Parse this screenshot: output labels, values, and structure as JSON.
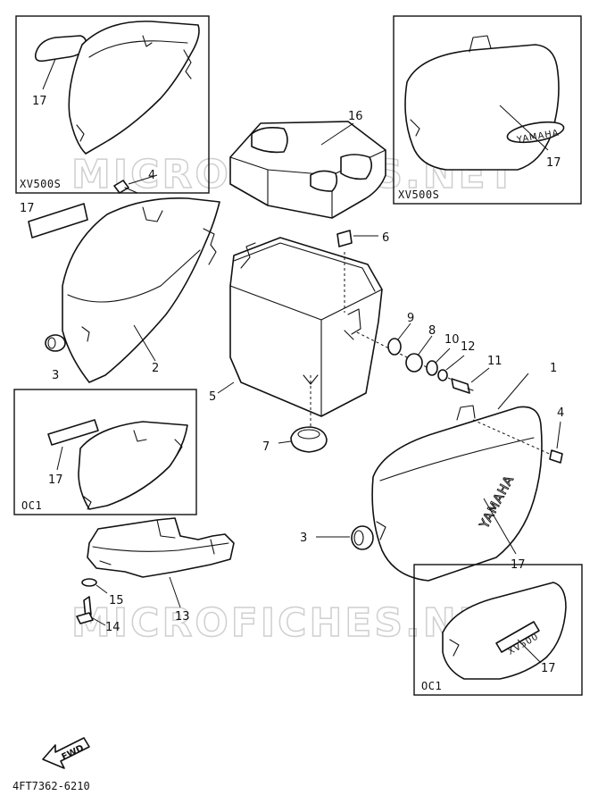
{
  "watermark": "MICROFICHES.NET",
  "figure_code": "4FT7362-6210",
  "fwd_label": "FWD",
  "variant_labels": {
    "top_left": "XV500S",
    "top_right": "XV500S",
    "mid_left": "OC1",
    "bottom_right": "OC1"
  },
  "emblems": {
    "yamaha_small": "YAMAHA",
    "yamaha_large": "YAMAHA",
    "xv500": "XV500"
  },
  "callouts": {
    "c17_tl": "17",
    "c4_l": "4",
    "c17_l": "17",
    "c2": "2",
    "c3_l": "3",
    "c16": "16",
    "c6": "6",
    "c17_tr": "17",
    "c5": "5",
    "c9": "9",
    "c8": "8",
    "c10": "10",
    "c12": "12",
    "c11": "11",
    "c7": "7",
    "c1": "1",
    "c4_r": "4",
    "c17_ml": "17",
    "c3_r": "3",
    "c17_r": "17",
    "c15": "15",
    "c14": "14",
    "c13": "13",
    "c17_br": "17"
  }
}
